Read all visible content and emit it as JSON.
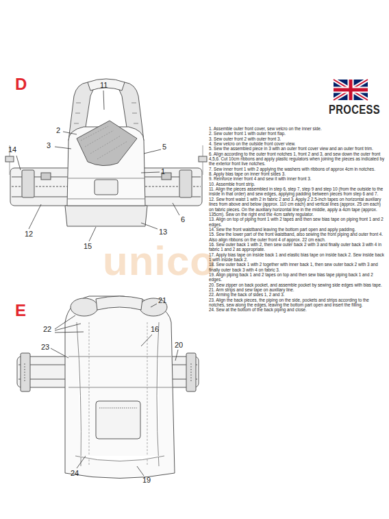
{
  "diagram": {
    "title": "PROCESS",
    "labels": [
      "D",
      "11",
      "2",
      "3",
      "14",
      "5",
      "1",
      "6",
      "12",
      "13",
      "15",
      "E",
      "21",
      "22",
      "16",
      "23",
      "20",
      "24",
      "19",
      "unico",
      "1. Assemble outer front cover, sew velcro on the inner side.",
      "2. Sew outer front 1 with outer front flap.",
      "3. Sew outer front 2 with outer front 3.",
      "4. Sew velcro on the outside front cover view.",
      "5. Sew the assembled piece in 3 with an outer front cover view and an outer front trim.",
      "6. Align according to the outer front notches 1, front 2 and 3, and sew down the outer front 4,5,6. Cut 10cm ribbons and apply plastic regulators when joining the pieces as indicated by the exterior front live notches.",
      "7. Sew inner front 1 with 2 applying the washers with ribbons of approx 4cm in notches.",
      "8. Apply bias tape on inner front sides 3.",
      "9. Reinforce inner front 4 and sew it with inner front 3.",
      "10. Assemble front strip.",
      "11. Align the pieces assembled in step 6, step 7, step 9 and step 10 (from the outside to the inside in that order) and sew edges, applying padding between pieces from step 6 and 7.",
      "12. Sew front waist 1 with 2 in fabric 2 and 3. Apply 2 2.5-inch tapes on horizontal auxiliary lines from above and below (approx. 110 cm each) and vertical lines (approx. 25 cm each) on fabric pieces. On the auxiliary horizontal line in the middle, apply a 4cm tape (approx. 135cm). Sew on the right end the 4cm safety regulator.",
      "13. Align on top of piping front 1 with 2 tapes and then sew bias tape on piping front 1 and 2 edges.",
      "14. Sew the front waistband leaving the bottom part open and apply padding.",
      "15. Sew the lower part of the front waistband, also sewing the front piping and outer front 4. Also align ribbons on the outer front 4 of approx. 22 cm each.",
      "16. Sew outer back 1 with 2, then sew outer back 2 with 3 and finally outer back 3 with 4 in fabric 1 and 2 as appropriate.",
      "17. Apply bias tape on inside back 1 and elastic bias tape on inside back 2. Sew inside back 1 with inside back 2.",
      "18. Sew outer back 1 with 2 together with inner back 1, then sew outer back 2 with 3 and finally outer back 3 with 4 on fabric 3.",
      "19. Align piping back 1 and 2 tapes on top and then sew bias tape piping back 1 and 2 edges.",
      "20. Sew zipper on back pocket, and assemble pocket by sewing side edges with bias tape.",
      "21. Arm strips and sew tape on auxiliary line.",
      "22. Arming the back of sides 1, 2 and 3.",
      "23. Align the back pieces, the piping on the side, pockets and strips according to the notches, sew along the edges, leaving the bottom part open and insert the filling.",
      "24. Sew at the bottom of the back piping and close."
    ]
  }
}
